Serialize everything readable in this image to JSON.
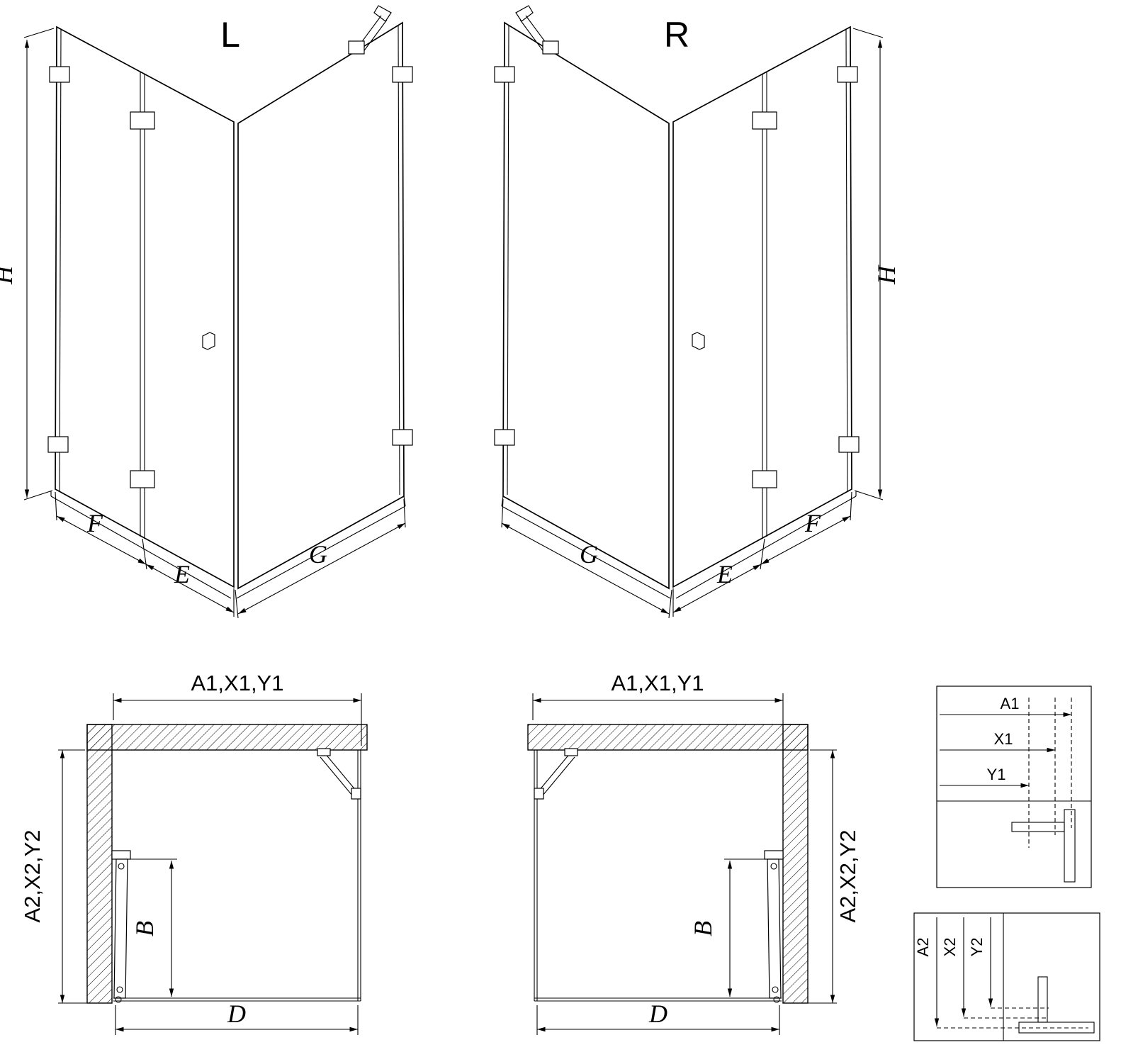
{
  "colors": {
    "line": "#000000",
    "background": "#ffffff"
  },
  "views": {
    "l3d": {
      "title": "L",
      "dim_height": "H",
      "dim_fixed": "F",
      "dim_door": "E",
      "dim_side": "G"
    },
    "r3d": {
      "title": "R",
      "dim_height": "H",
      "dim_fixed": "F",
      "dim_door": "E",
      "dim_side": "G"
    },
    "plan_l": {
      "dim_top": "A1,X1,Y1",
      "dim_left": "A2,X2,Y2",
      "dim_door": "B",
      "dim_bottom": "D"
    },
    "plan_r": {
      "dim_top": "A1,X1,Y1",
      "dim_right": "A2,X2,Y2",
      "dim_door": "B",
      "dim_bottom": "D"
    },
    "detail_top": {
      "row1": "A1",
      "row2": "X1",
      "row3": "Y1"
    },
    "detail_bottom": {
      "row1": "A2",
      "row2": "X2",
      "row3": "Y2"
    }
  }
}
